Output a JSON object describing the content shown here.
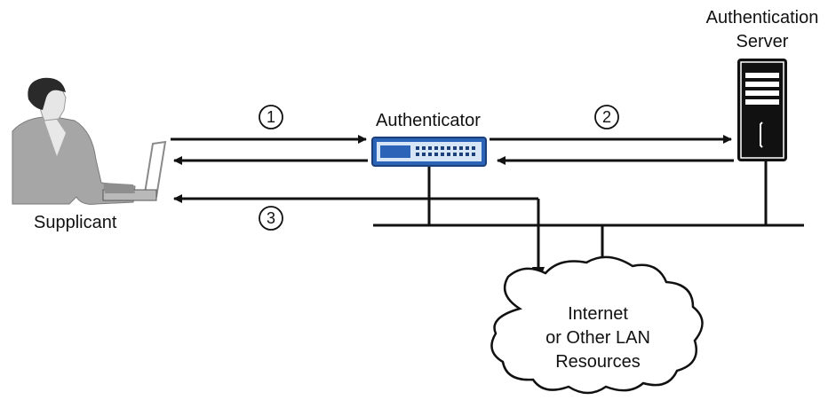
{
  "labels": {
    "supplicant": "Supplicant",
    "authenticator": "Authenticator",
    "auth_server_line1": "Authentication",
    "auth_server_line2": "Server",
    "cloud_line1": "Internet",
    "cloud_line2": "or Other LAN",
    "cloud_line3": "Resources"
  },
  "steps": {
    "step1": "1",
    "step2": "2",
    "step3": "3"
  },
  "colors": {
    "switch_blue": "#2b63b8",
    "switch_light": "#d6e6f6",
    "laptop_gray": "#b9b9b9",
    "server_black": "#111111",
    "person_gray": "#a6a6a6"
  },
  "icons": {
    "supplicant": "person-laptop-icon",
    "authenticator": "network-switch-icon",
    "auth_server": "server-tower-icon",
    "network": "cloud-icon"
  }
}
